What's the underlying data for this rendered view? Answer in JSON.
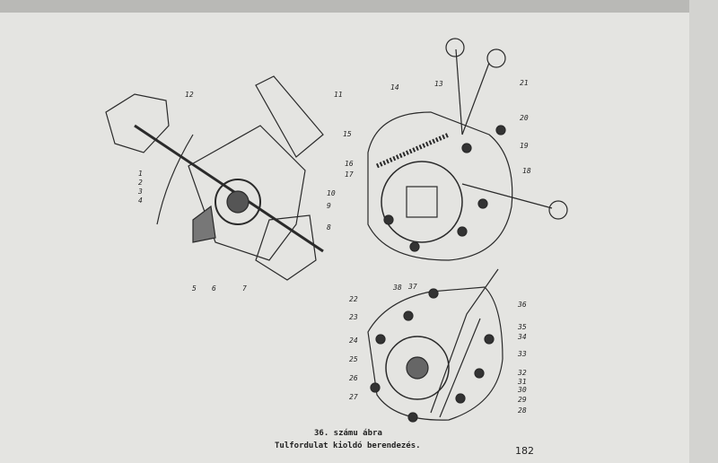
{
  "figure": {
    "caption_number": "36. számu ábra",
    "caption_title": "Tulfordulat kioldó berendezés.",
    "page_number": "182"
  },
  "labels": {
    "left_view": [
      "12",
      "11",
      "1",
      "2",
      "3",
      "4",
      "10",
      "9",
      "8",
      "5",
      "6",
      "7"
    ],
    "top_right_view": [
      "14",
      "13",
      "21",
      "20",
      "19",
      "15",
      "16",
      "17",
      "18"
    ],
    "bottom_view": [
      "38",
      "37",
      "22",
      "23",
      "24",
      "25",
      "26",
      "27",
      "36",
      "35",
      "34",
      "33",
      "32",
      "31",
      "30",
      "29",
      "28"
    ]
  }
}
